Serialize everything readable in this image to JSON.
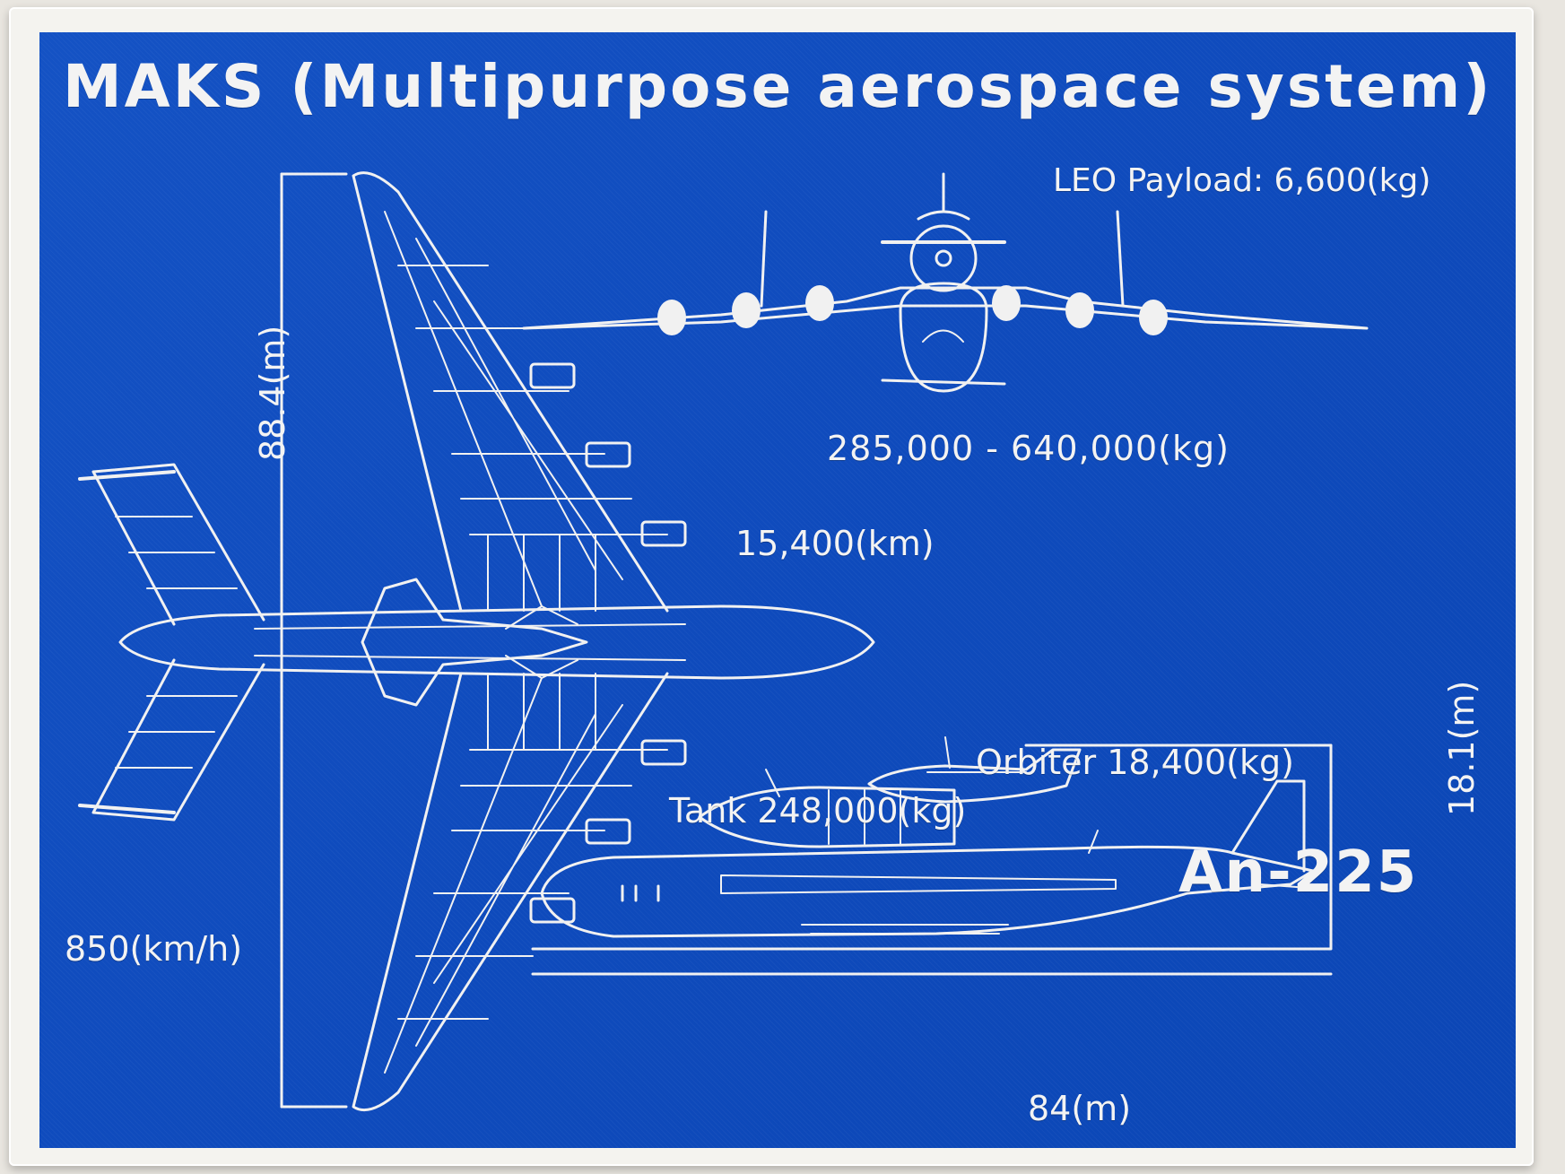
{
  "title": "MAKS (Multipurpose aerospace system)",
  "labels": {
    "leo_payload": "LEO Payload: 6,600(kg)",
    "takeoff_mass": "285,000 -  640,000(kg)",
    "range": "15,400(km)",
    "wingspan": "88.4(m)",
    "cruise_speed": "850(km/h)",
    "orbiter_mass": "Orbiter 18,400(kg)",
    "tank_mass": "Tank 248,000(kg)",
    "carrier": "An-225",
    "height": "18.1(m)",
    "length": "84(m)"
  },
  "colors": {
    "panel_blue": "#0f4bbd",
    "frame_white": "#f4f3ef",
    "line_white": "#f3f3f3"
  }
}
